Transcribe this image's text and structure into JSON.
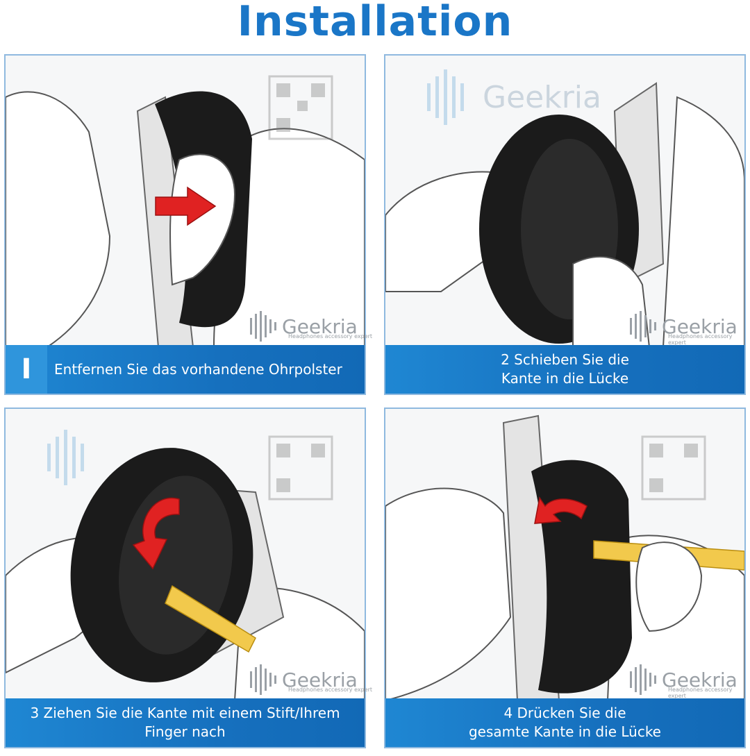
{
  "title": "Installation",
  "brand": {
    "name": "Geekria",
    "tagline": "Headphones accessory expert"
  },
  "steps": [
    {
      "badge": "I",
      "line1": "Entfernen Sie das vorhandene Ohrpolster",
      "line2": ""
    },
    {
      "badge": "",
      "line1": "2 Schieben Sie die",
      "line2": "Kante in die Lücke"
    },
    {
      "badge": "",
      "line1": "3 Ziehen Sie die Kante mit einem Stift/Ihrem",
      "line2": "Finger nach"
    },
    {
      "badge": "",
      "line1": "4 Drücken Sie die",
      "line2": "gesamte Kante in die Lücke"
    }
  ],
  "colors": {
    "title": "#1a76c7",
    "caption_bg": "#1670be",
    "arrow": "#e02222",
    "earpad": "#1b1b1b",
    "tool": "#f2c94c"
  },
  "icons": [
    "arrow-right-icon",
    "curved-arrow-icon",
    "sound-wave-icon",
    "qr-code-icon"
  ]
}
